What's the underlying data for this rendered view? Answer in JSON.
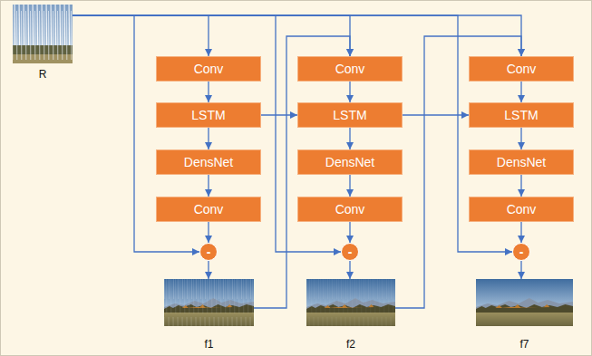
{
  "diagram": {
    "nodes": [
      {
        "text": [
          "R"
        ]
      },
      {
        "text": [
          "Conv"
        ]
      },
      {
        "text": [
          "LSTM"
        ]
      },
      {
        "text": [
          "DensNet"
        ]
      },
      {
        "text": [
          "Conv"
        ]
      },
      {
        "text": [
          "-"
        ]
      },
      {
        "text": [
          "f1"
        ]
      },
      {
        "text": [
          "Conv"
        ]
      },
      {
        "text": [
          "LSTM"
        ]
      },
      {
        "text": [
          "DensNet"
        ]
      },
      {
        "text": [
          "Conv"
        ]
      },
      {
        "text": [
          "-"
        ]
      },
      {
        "text": [
          "f2"
        ]
      },
      {
        "text": [
          "Conv"
        ]
      },
      {
        "text": [
          "LSTM"
        ]
      },
      {
        "text": [
          "DensNet"
        ]
      },
      {
        "text": [
          "Conv"
        ]
      },
      {
        "text": [
          "-"
        ]
      },
      {
        "text": [
          "f7"
        ]
      }
    ],
    "edges": [
      {
        "from": 0,
        "to": 1,
        "arrow": "to"
      },
      {
        "from": 1,
        "to": 2,
        "arrow": "to"
      },
      {
        "from": 2,
        "to": 3,
        "arrow": "to"
      },
      {
        "from": 3,
        "to": 4,
        "arrow": "to"
      },
      {
        "from": 4,
        "to": 5,
        "arrow": "to"
      },
      {
        "from": 0,
        "to": 5,
        "arrow": "to"
      },
      {
        "from": 5,
        "to": 6,
        "arrow": "to"
      },
      {
        "from": 0,
        "to": 7,
        "arrow": "to"
      },
      {
        "from": 6,
        "to": 7,
        "arrow": "to"
      },
      {
        "from": 7,
        "to": 8,
        "arrow": "to"
      },
      {
        "from": 2,
        "to": 8,
        "arrow": "to"
      },
      {
        "from": 8,
        "to": 9,
        "arrow": "to"
      },
      {
        "from": 9,
        "to": 10,
        "arrow": "to"
      },
      {
        "from": 10,
        "to": 11,
        "arrow": "to"
      },
      {
        "from": 0,
        "to": 11,
        "arrow": "to"
      },
      {
        "from": 11,
        "to": 12,
        "arrow": "to"
      },
      {
        "from": 0,
        "to": 13,
        "arrow": "to"
      },
      {
        "from": 12,
        "to": 13,
        "arrow": "to"
      },
      {
        "from": 13,
        "to": 14,
        "arrow": "to"
      },
      {
        "from": 8,
        "to": 14,
        "arrow": "to"
      },
      {
        "from": 14,
        "to": 15,
        "arrow": "to"
      },
      {
        "from": 15,
        "to": 16,
        "arrow": "to"
      },
      {
        "from": 16,
        "to": 17,
        "arrow": "to"
      },
      {
        "from": 0,
        "to": 17,
        "arrow": "to"
      },
      {
        "from": 17,
        "to": 18,
        "arrow": "to"
      }
    ]
  }
}
